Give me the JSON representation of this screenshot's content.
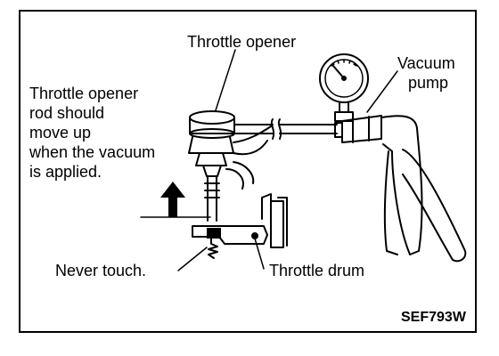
{
  "labels": {
    "throttle_opener": "Throttle opener",
    "vacuum_pump_line1": "Vacuum",
    "vacuum_pump_line2": "pump",
    "never_touch": "Never touch.",
    "throttle_drum": "Throttle drum"
  },
  "note_lines": [
    "Throttle opener",
    "rod should",
    "move up",
    "when the vacuum",
    "is applied."
  ],
  "figure_code": "SEF793W",
  "colors": {
    "ink": "#000000",
    "paper": "#ffffff"
  }
}
